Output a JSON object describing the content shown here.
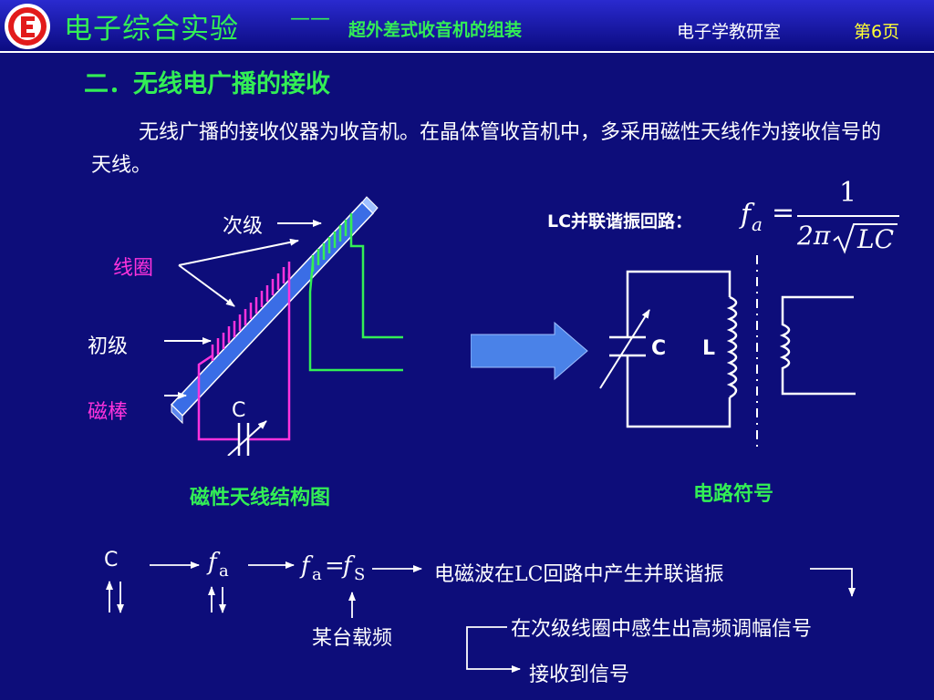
{
  "header": {
    "title": "电子综合实验",
    "dash": "——",
    "subtitle": "超外差式收音机的组装",
    "department": "电子学教研室",
    "page": "第6页"
  },
  "colors": {
    "background": "#0d0d7a",
    "green": "#33ee55",
    "magenta": "#ff33dd",
    "yellow": "#ffff33",
    "rod_blue": "#3a6de6",
    "arrow_blue": "#4a82e8"
  },
  "section_title": "二．无线电广播的接收",
  "paragraph": "无线广播的接收仪器为收音机。在晶体管收音机中，多采用磁性天线作为接收信号的天线。",
  "antenna_diagram": {
    "secondary_label": "次级",
    "coil_label": "线圈",
    "primary_label": "初级",
    "rod_label": "磁棒",
    "capacitor_label": "C",
    "caption": "磁性天线结构图"
  },
  "circuit": {
    "lc_label": "LC并联谐振回路：",
    "formula": {
      "f": "f",
      "sub": "a",
      "eq": "=",
      "numerator": "1",
      "denominator_prefix": "2π",
      "radicand": "LC"
    },
    "c_label": "C",
    "l_label": "L",
    "caption": "电路符号"
  },
  "flow": {
    "c": "C",
    "fa_f": "f",
    "fa_sub": "a",
    "eq_fa_f": "f",
    "eq_fa_sub": "a",
    "eq_sign": "=",
    "eq_fs_f": "f",
    "eq_fs_sub": "S",
    "resonance_text": "电磁波在LC回路中产生并联谐振",
    "carrier_text": "某台载频",
    "induce_text": "在次级线圈中感生出高频调幅信号",
    "receive_text": "接收到信号"
  }
}
